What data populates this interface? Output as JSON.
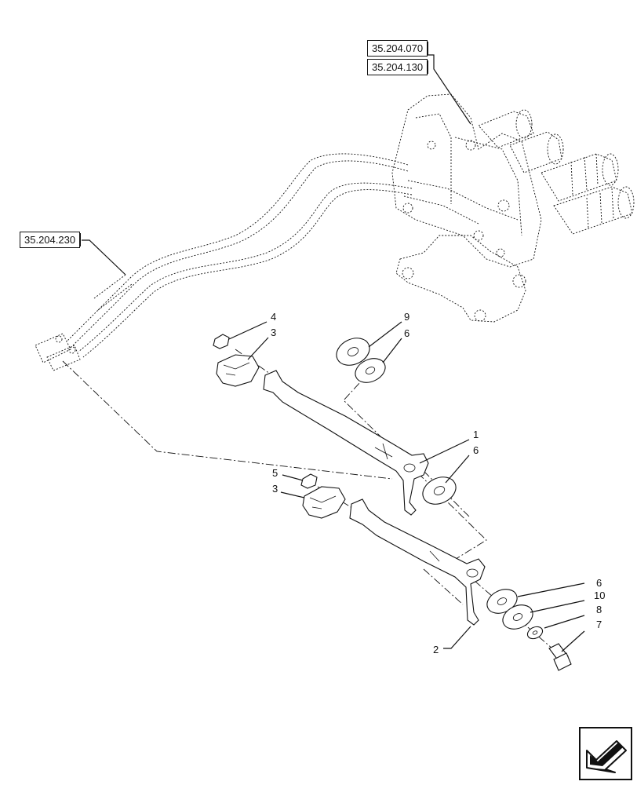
{
  "references": {
    "ref_top_1": "35.204.070",
    "ref_top_2": "35.204.130",
    "ref_left": "35.204.230"
  },
  "callouts": {
    "c4": "4",
    "c3a": "3",
    "c9": "9",
    "c6a": "6",
    "c1": "1",
    "c6b": "6",
    "c5": "5",
    "c3b": "3",
    "c6c": "6",
    "c10": "10",
    "c8": "8",
    "c7": "7",
    "c2": "2"
  },
  "icons": {
    "navigation": "previous-page-arrow-icon"
  }
}
